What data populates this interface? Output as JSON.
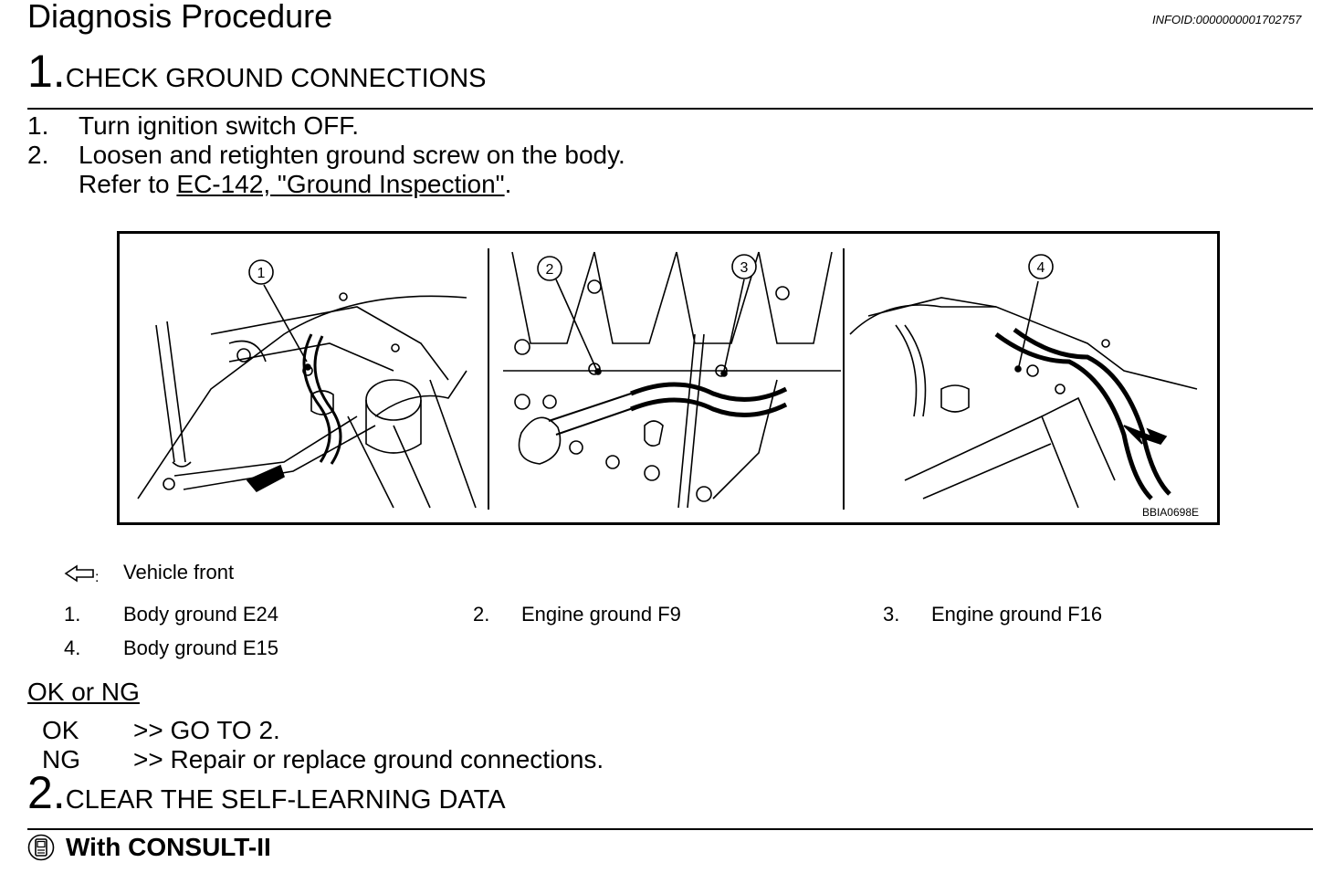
{
  "header": {
    "title": "Diagnosis Procedure",
    "info_id": "INFOID:0000000001702757"
  },
  "step1": {
    "number": "1.",
    "heading": "CHECK GROUND CONNECTIONS",
    "items": [
      {
        "num": "1.",
        "text": "Turn ignition switch OFF."
      },
      {
        "num": "2.",
        "text": "Loosen and retighten ground screw on the body."
      }
    ],
    "refer_prefix": "Refer to ",
    "refer_link": "EC-142, \"Ground Inspection\"",
    "refer_suffix": "."
  },
  "figure": {
    "code": "BBIA0698E",
    "callouts": [
      "1",
      "2",
      "3",
      "4"
    ]
  },
  "legend": {
    "vehicle_front_icon": "arrow-left-icon",
    "vehicle_front_suffix": ":",
    "vehicle_front": "Vehicle front",
    "items": [
      {
        "num": "1.",
        "label": "Body ground E24"
      },
      {
        "num": "2.",
        "label": "Engine ground F9"
      },
      {
        "num": "3.",
        "label": "Engine ground F16"
      },
      {
        "num": "4.",
        "label": "Body ground E15"
      }
    ]
  },
  "result": {
    "heading": "OK or NG",
    "rows": [
      {
        "status": "OK",
        "action": ">> GO TO 2."
      },
      {
        "status": "NG",
        "action": ">> Repair or replace ground connections."
      }
    ]
  },
  "step2": {
    "number": "2.",
    "heading": "CLEAR THE SELF-LEARNING DATA",
    "consult_icon": "consult-tool-icon",
    "consult_label": "With CONSULT-II"
  }
}
